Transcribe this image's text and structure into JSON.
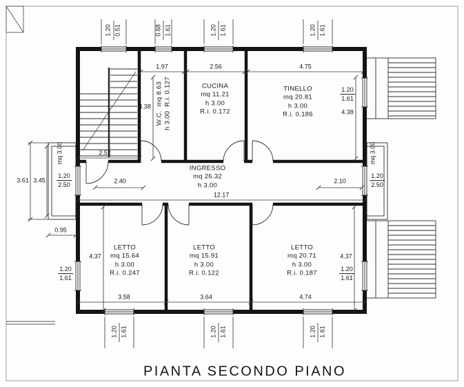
{
  "title": "PIANTA SECONDO PIANO",
  "rooms": {
    "wc": {
      "name": "W.C.",
      "area": "mq 8.63",
      "height": "h 3.00",
      "ri": "R.i. 0.127"
    },
    "cucina": {
      "name": "CUCINA",
      "area": "mq 11.21",
      "height": "h 3.00",
      "ri": "R.i. 0.172"
    },
    "tinello": {
      "name": "TINELLO",
      "area": "mq 20.81",
      "height": "h 3.00",
      "ri": "R.i. 0.186"
    },
    "ingresso": {
      "name": "INGRESSO",
      "area": "mq 26.32",
      "height": "h 3.00"
    },
    "letto1": {
      "name": "LETTO",
      "area": "mq 15.64",
      "height": "h 3.00",
      "ri": "R.i. 0.247"
    },
    "letto2": {
      "name": "LETTO",
      "area": "mq 15.91",
      "height": "h 3.00",
      "ri": "R.i. 0.122"
    },
    "letto3": {
      "name": "LETTO",
      "area": "mq 20.71",
      "height": "h 3.00",
      "ri": "R.i. 0.187"
    }
  },
  "dims": {
    "top_w1": "1.20",
    "top_h1": "0.51",
    "top_w2": "0.68",
    "top_h2": "1.61",
    "top_w3": "1.20",
    "top_h3": "1.61",
    "top_w4": "1.20",
    "top_h4": "1.61",
    "wc_width": "1.97",
    "cucina_width": "2.56",
    "tinello_width": "4.75",
    "height_top_left": "4.38",
    "height_top_right": "4.38",
    "stair_width": "2.52",
    "ingresso_left": "2.40",
    "ingresso_right": "2.10",
    "ingresso_length": "12.17",
    "offset_left": "0.95",
    "balcony_outer": "3.61",
    "balcony_inner": "3.45",
    "balcony_left_w": "1.20",
    "balcony_left_h": "2.50",
    "balcony_right_w": "1.20",
    "balcony_right_h": "2.50",
    "balcony_left_area": "mq 3.00",
    "balcony_right_area": "mq 3.00",
    "right_top_w": "1.20",
    "right_top_h": "1.61",
    "left_bottom_w": "1.20",
    "left_bottom_h": "1.61",
    "right_bottom_w": "1.20",
    "right_bottom_h": "1.61",
    "height_bottom_left": "4.37",
    "height_bottom_right": "4.37",
    "letto1_width": "3.58",
    "letto2_width": "3.64",
    "letto3_width": "4.74",
    "bottom_w1": "1.20",
    "bottom_h1": "1.61",
    "bottom_w2": "1.20",
    "bottom_h2": "1.61",
    "bottom_w3": "1.20",
    "bottom_h3": "1.61"
  }
}
